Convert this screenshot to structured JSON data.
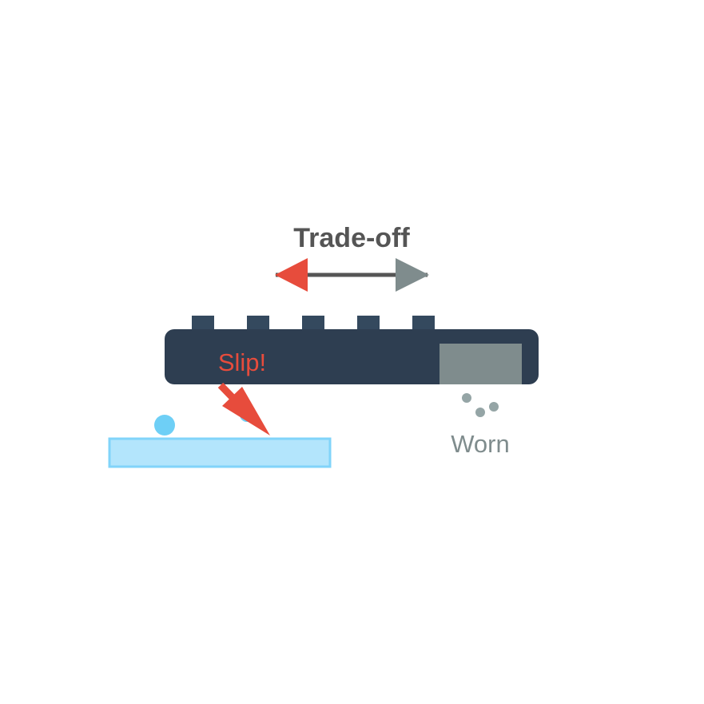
{
  "title": "Trade-off",
  "labels": {
    "slip": "Slip!",
    "worn": "Worn"
  },
  "colors": {
    "tire_body": "#2e3e51",
    "tread_block": "#34495e",
    "worn_patch": "#7f8c8d",
    "slip_red": "#e74c3c",
    "tradeoff_line": "#555555",
    "title_text": "#555555",
    "ice_fill": "#b3e5fc",
    "ice_border": "#81d4fa",
    "water_drop": "#6ecff6",
    "debris": "#95a5a6"
  },
  "tread_block_count": 5,
  "debris_particle_count": 3,
  "water_drop_count": 2
}
